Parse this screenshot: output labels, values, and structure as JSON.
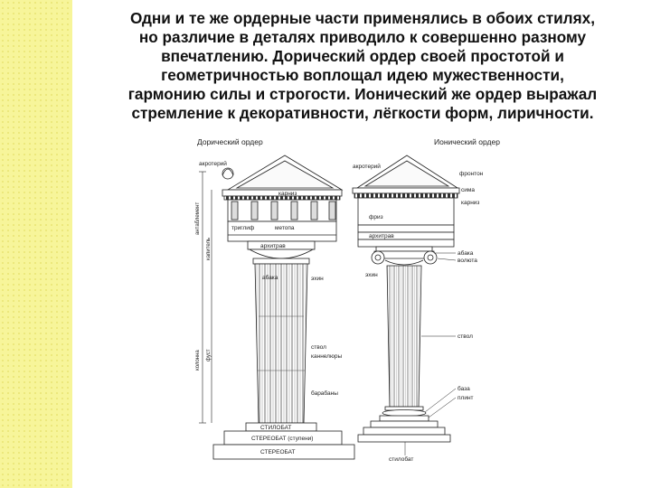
{
  "title_lines": [
    "Одни и те же ордерные части применялись в обоих стилях,",
    "но различие в деталях приводило к совершенно разному",
    "впечатлению. Дорический ордер своей простотой и",
    "геометричностью воплощал идею мужественности,",
    "гармонию силы и строгости. Ионический же ордер выражал",
    "стремление к декоративности, лёгкости форм, лиричности."
  ],
  "figure": {
    "doric_heading": "Дорический ордер",
    "ionic_heading": "Ионический ордер",
    "doric_labels": {
      "akroterii": "акротерий",
      "karniz": "карниз",
      "frieze_band": "триглиф",
      "metopa": "метопа",
      "arhitrav": "архитрав",
      "abaka": "абака",
      "ehin": "эхин",
      "stvol": "ствол",
      "kanelyury": "каннелюры",
      "baraban": "барабаны",
      "stilobat": "СТИЛОБАТ",
      "stereobat_step": "СТЕРЕОБАТ (ступени)",
      "stereobat": "СТЕРЕОБАТ"
    },
    "doric_vertical_labels": {
      "antablement": "антаблемент",
      "kapitel": "капитель",
      "kolonna": "колонна",
      "fust": "фуст"
    },
    "ionic_labels": {
      "akroterii": "акротерий",
      "pediment": "фронтон",
      "sima": "сима",
      "karniz": "карниз",
      "friz": "фриз",
      "arhitrav": "архитрав",
      "abaka": "абака",
      "volyuta": "волюта",
      "ehin": "эхин",
      "stvol": "ствол",
      "baza": "база",
      "plintus": "плинт",
      "stilobat": "стилобат"
    }
  }
}
